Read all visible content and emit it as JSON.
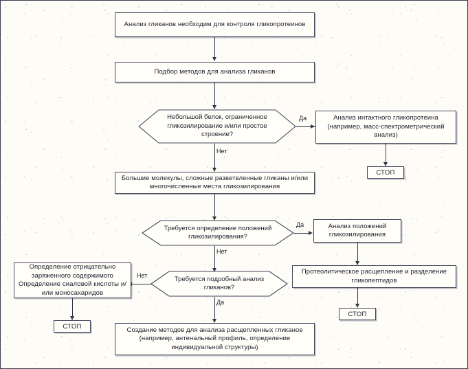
{
  "diagram": {
    "title_text": "Анализ гликанов необходим для контроля гликопротеинов",
    "language": "ru",
    "border_color": "#3b3b4f",
    "background_color": "#fdfcf7",
    "line_color": "#35354a",
    "text_color": "#1d1d2b"
  },
  "nodes": {
    "start": "Анализ гликанов необходим для контроля гликопротеинов",
    "method_selection": "Подбор методов для анализа гликанов",
    "decision_small_protein": "Небольшой белок, ограниченное гликозилирование и/или простое строение?",
    "intact_analysis": "Анализ интактного гликопротеина (например, масс-спектрометрический анализ)",
    "stop_1": "СТОП",
    "large_molecules": "Большие молекулы, сложные разветвленные гликаны и/или многочисленные места гликозилирования",
    "decision_site_positions": "Требуется определение положений гликозилирования?",
    "site_analysis": "Анализ положений гликозилирования",
    "proteolytic_cleavage": "Протеолитическое расщепление и разделение гликопептидов",
    "stop_2": "СТОП",
    "decision_detailed_analysis": "Требуется подробный анализ гликанов?",
    "charge_determination": "Определение отрицательно заряженного содержимого Определение сиаловой кислоты и/или моносахаридов",
    "stop_3": "СТОП",
    "released_glycan_methods": "Создание методов для анализа расщепленных гликанов (например, антенальный профиль, определение индивидуальной структуры)"
  },
  "edge_labels": {
    "yes_1": "Да",
    "no_1": "Нет",
    "yes_2": "Да",
    "no_2": "Нет",
    "yes_3": "Да",
    "no_3": "Нет"
  }
}
